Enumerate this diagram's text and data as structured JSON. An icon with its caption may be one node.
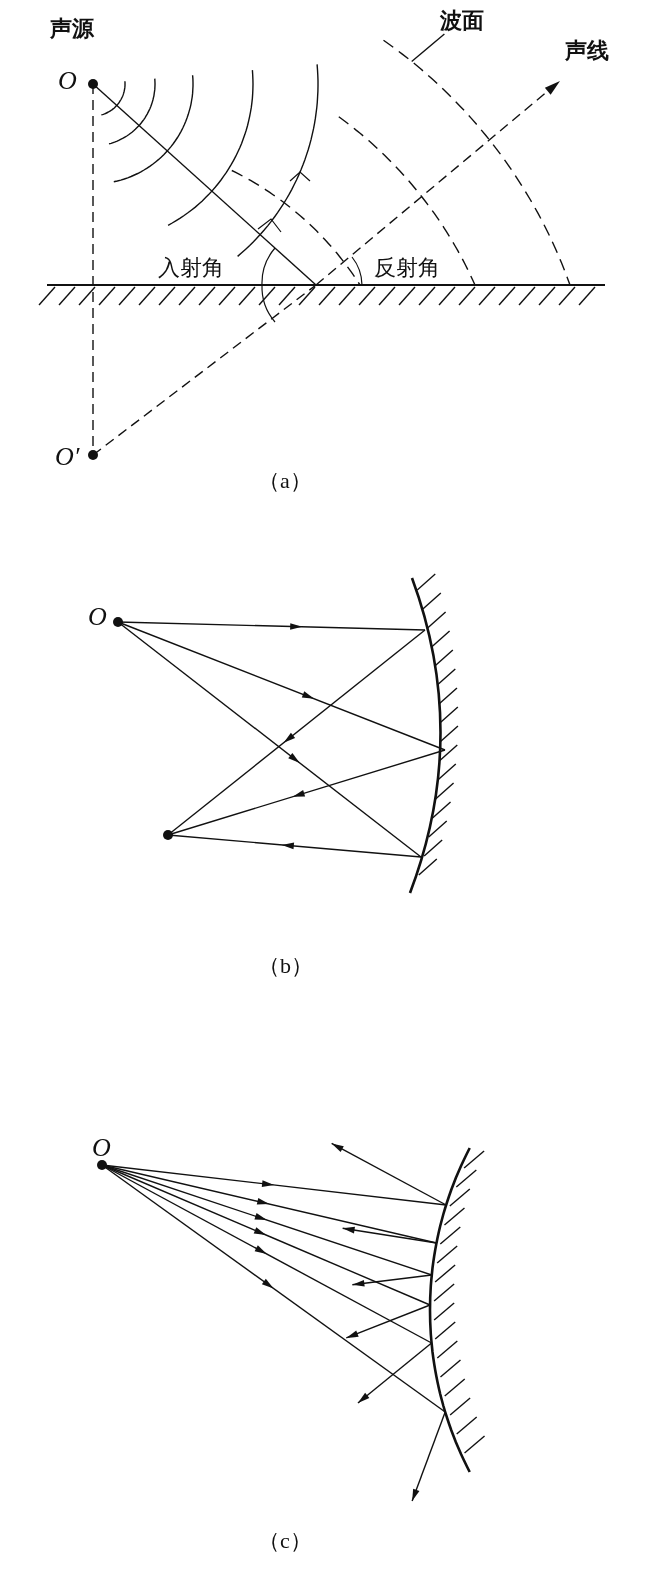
{
  "diagram": {
    "nodes": [
      {
        "text": [
          "波面"
        ]
      },
      {
        "text": [],
        "shape": "arc"
      }
    ],
    "edges": [
      {
        "from": 0,
        "to": 1,
        "arrow": "none"
      }
    ],
    "labels": [
      "声源",
      "O",
      "声线",
      "入射角",
      "反射角",
      "O′",
      "（a）",
      "O",
      "（b）",
      "O",
      "（c）"
    ]
  }
}
